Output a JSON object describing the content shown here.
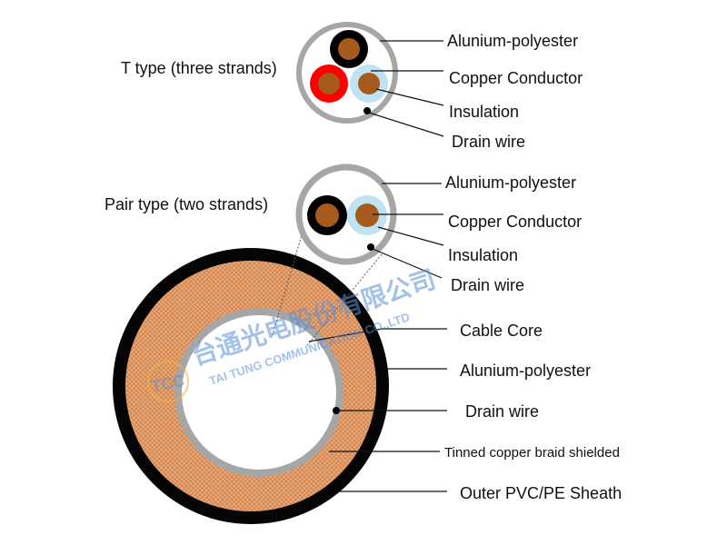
{
  "t_type": {
    "title": "T type (three strands)",
    "labels": {
      "shield": "Alunium-polyester",
      "conductor": "Copper Conductor",
      "insulation": "Insulation",
      "drain": "Drain wire"
    }
  },
  "pair_type": {
    "title": "Pair type (two strands)",
    "labels": {
      "shield": "Alunium-polyester",
      "conductor": "Copper Conductor",
      "insulation": "Insulation",
      "drain": "Drain wire"
    }
  },
  "cable": {
    "labels": {
      "core": "Cable Core",
      "shield": "Alunium-polyester",
      "drain": "Drain wire",
      "braid": "Tinned copper braid shielded",
      "sheath": "Outer PVC/PE Sheath"
    }
  },
  "watermark": {
    "logo": "TCC",
    "company_cn": "台通光电股份有限公司",
    "company_en": "TAI TUNG COMMUNICATION CO.,LTD"
  },
  "colors": {
    "sheath": "#050505",
    "braid": "#e8a877",
    "foil": "#a6a6a6",
    "copper": "#a65a1c",
    "red_insulation": "#ff0000",
    "black_insulation": "#000000",
    "light_insulation": "#bfe3f2",
    "watermark": "#5b8fd6"
  }
}
